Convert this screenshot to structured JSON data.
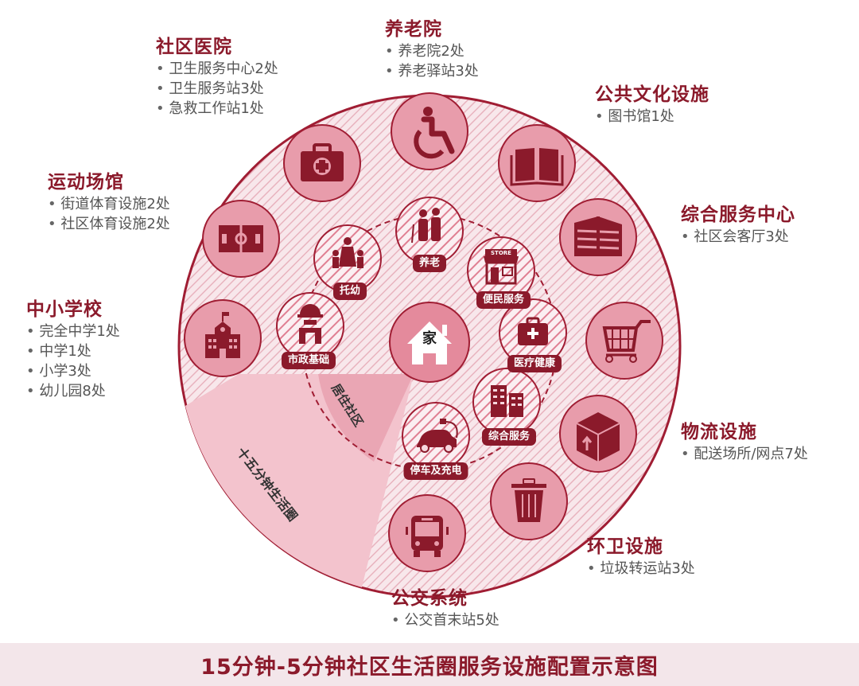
{
  "title": "15分钟-5分钟社区生活圈服务设施配置示意图",
  "colors": {
    "primary": "#8b1a2b",
    "circle_fill": "#e79aa8",
    "ring_fill": "#f7e4e8",
    "sector_fill": "#f0bac6",
    "footer_bg": "#f3e6ea",
    "list_text": "#555555"
  },
  "outer_categories": [
    {
      "key": "hospital",
      "title": "社区医院",
      "items": [
        "卫生服务中心2处",
        "卫生服务站3处",
        "急救工作站1处"
      ],
      "icon": "medical-kit-icon"
    },
    {
      "key": "elderly",
      "title": "养老院",
      "items": [
        "养老院2处",
        "养老驿站3处"
      ],
      "icon": "wheelchair-icon"
    },
    {
      "key": "culture",
      "title": "公共文化设施",
      "items": [
        "图书馆1处"
      ],
      "icon": "book-icon"
    },
    {
      "key": "service_center",
      "title": "综合服务中心",
      "items": [
        "社区会客厅3处"
      ],
      "icon": "building-icon"
    },
    {
      "key": "sports",
      "title": "运动场馆",
      "items": [
        "街道体育设施2处",
        "社区体育设施2处"
      ],
      "icon": "sports-field-icon"
    },
    {
      "key": "school",
      "title": "中小学校",
      "items": [
        "完全中学1处",
        "中学1处",
        "小学3处",
        "幼儿园8处"
      ],
      "icon": "school-icon"
    },
    {
      "key": "commerce",
      "title": "",
      "items": [],
      "icon": "shopping-cart-icon"
    },
    {
      "key": "logistics",
      "title": "物流设施",
      "items": [
        "配送场所/网点7处"
      ],
      "icon": "package-icon"
    },
    {
      "key": "sanitation",
      "title": "环卫设施",
      "items": [
        "垃圾转运站3处"
      ],
      "icon": "trash-can-icon"
    },
    {
      "key": "transit",
      "title": "公交系统",
      "items": [
        "公交首末站5处"
      ],
      "icon": "bus-icon"
    }
  ],
  "inner_services": [
    {
      "label": "养老",
      "icon": "elderly-couple-icon"
    },
    {
      "label": "托幼",
      "icon": "family-children-icon"
    },
    {
      "label": "便民服务",
      "icon": "store-icon"
    },
    {
      "label": "市政基础",
      "icon": "worker-icon"
    },
    {
      "label": "医疗健康",
      "icon": "first-aid-icon"
    },
    {
      "label": "综合服务",
      "icon": "office-buildings-icon"
    },
    {
      "label": "停车及充电",
      "icon": "electric-car-icon"
    }
  ],
  "center": {
    "label": "家",
    "icon": "house-icon"
  },
  "rings": {
    "inner": "居住社区",
    "outer": "十五分钟生活圈"
  }
}
